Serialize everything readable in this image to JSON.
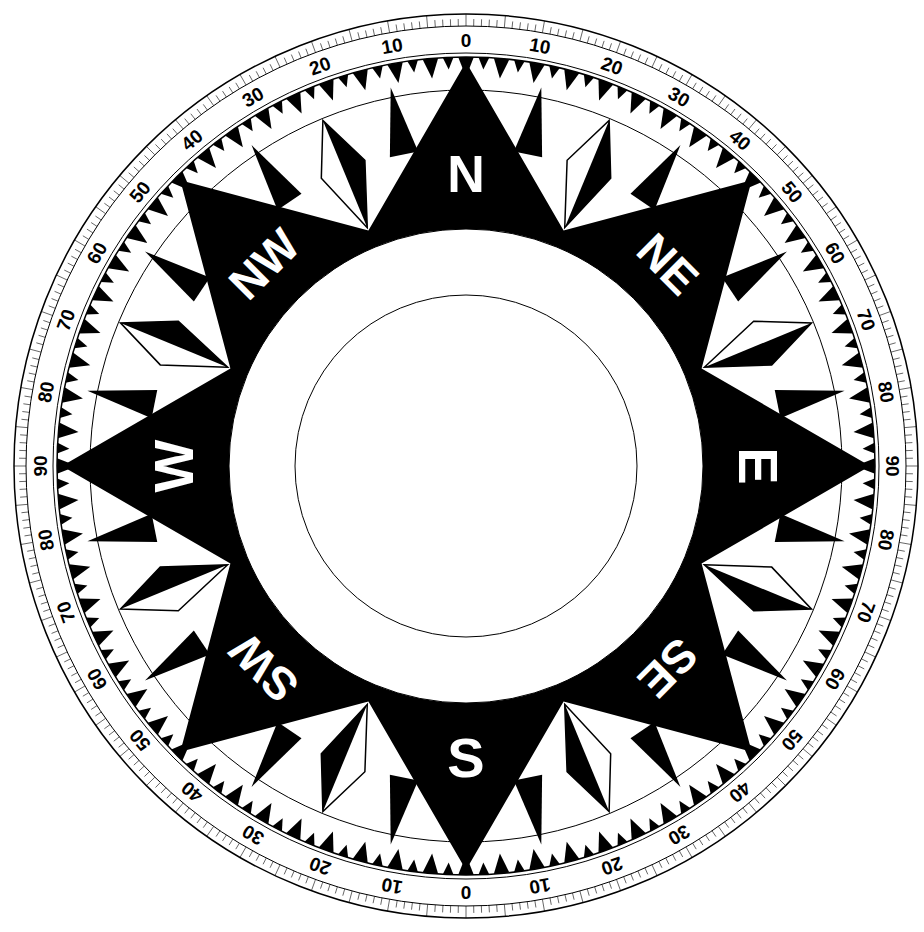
{
  "diagram": {
    "labels": [
      "N",
      "NE",
      "E",
      "SE",
      "S",
      "SW",
      "W",
      "NW",
      "0",
      "10",
      "20",
      "30",
      "40",
      "50",
      "60",
      "70",
      "80",
      "90",
      "80",
      "70",
      "60",
      "50",
      "40",
      "30",
      "20",
      "10",
      "0",
      "10",
      "20",
      "30",
      "40",
      "50",
      "60",
      "70",
      "80",
      "90",
      "80",
      "70",
      "60",
      "50",
      "40",
      "30",
      "20",
      "10"
    ]
  }
}
